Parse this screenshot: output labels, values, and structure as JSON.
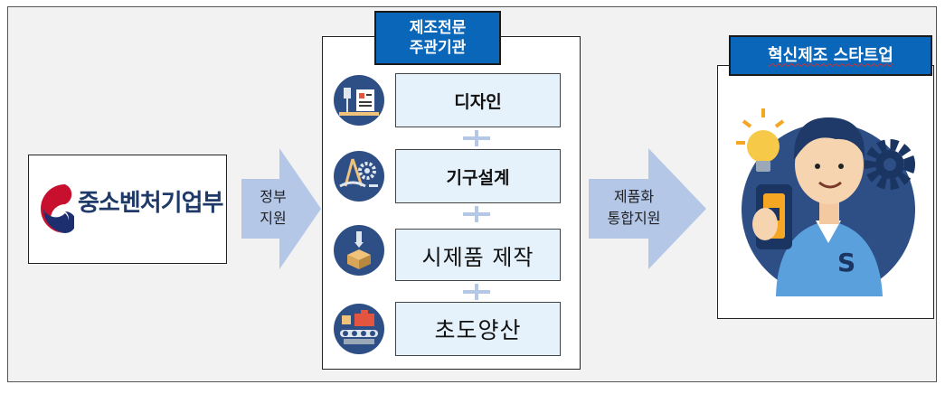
{
  "ministry": {
    "name": "중소벤처기업부"
  },
  "arrow1": {
    "line1": "정부",
    "line2": "지원"
  },
  "center": {
    "title_line1": "제조전문",
    "title_line2": "주관기관",
    "steps": [
      {
        "label": "디자인",
        "icon": "desk-lamp-icon"
      },
      {
        "label": "기구설계",
        "icon": "compass-gear-icon"
      },
      {
        "label": "시제품 제작",
        "icon": "3d-printer-icon"
      },
      {
        "label": "초도양산",
        "icon": "conveyor-robot-icon"
      }
    ]
  },
  "arrow2": {
    "line1": "제품화",
    "line2": "통합지원"
  },
  "startup": {
    "title": "혁신제조 스타트업"
  },
  "colors": {
    "accent": "#0a66b8",
    "arrow": "#b4c7e7",
    "icon_circle": "#2d4f86",
    "step_fill": "#e6f2fb"
  }
}
